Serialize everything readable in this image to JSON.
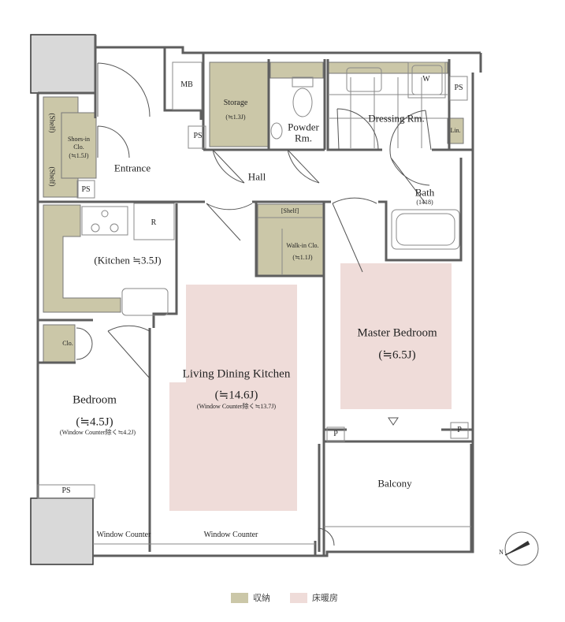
{
  "colors": {
    "storage": "#cbc7a8",
    "floor_heating": "#efdcd9",
    "wall": "#6a6a6a",
    "dark_block": "#d9d9d9"
  },
  "rooms": {
    "mb": "MB",
    "storage": "Storage",
    "storage_area": "(≒1.3J)",
    "powder_1": "Powder",
    "powder_2": "Rm.",
    "dressing": "Dressing Rm.",
    "washer": "W",
    "ps_top_right": "PS",
    "linen": "Lin.",
    "shelf_top": "(Shelf)",
    "shelf_bottom": "(Shelf)",
    "shoes_1": "Shoes-in",
    "shoes_2": "Clo.",
    "shoes_area": "(≒1.5J)",
    "ps_entrance": "PS",
    "ps_shoes": "PS",
    "entrance": "Entrance",
    "hall": "Hall",
    "bath": "Bath",
    "bath_size": "(1418)",
    "fridge": "R",
    "wic_shelf": "[Shelf]",
    "wic_1": "Walk-in Clo.",
    "wic_area": "(≒1.1J)",
    "kitchen": "(Kitchen ≒3.5J)",
    "master": "Master Bedroom",
    "master_area": "(≒6.5J)",
    "ldk": "Living Dining Kitchen",
    "ldk_area": "(≒14.6J)",
    "ldk_note": "(Window Counter除く≒13.7J)",
    "closet": "Clo.",
    "bedroom": "Bedroom",
    "bedroom_area": "(≒4.5J)",
    "bedroom_note": "(Window Counter除く≒4.2J)",
    "p_left": "P",
    "p_right": "P",
    "balcony": "Balcony",
    "ps_bottom": "PS",
    "window_counter_1": "Window Counter",
    "window_counter_2": "Window Counter",
    "compass_n": "N"
  },
  "legend": {
    "storage_label": "収納",
    "floor_heating_label": "床暖房"
  }
}
